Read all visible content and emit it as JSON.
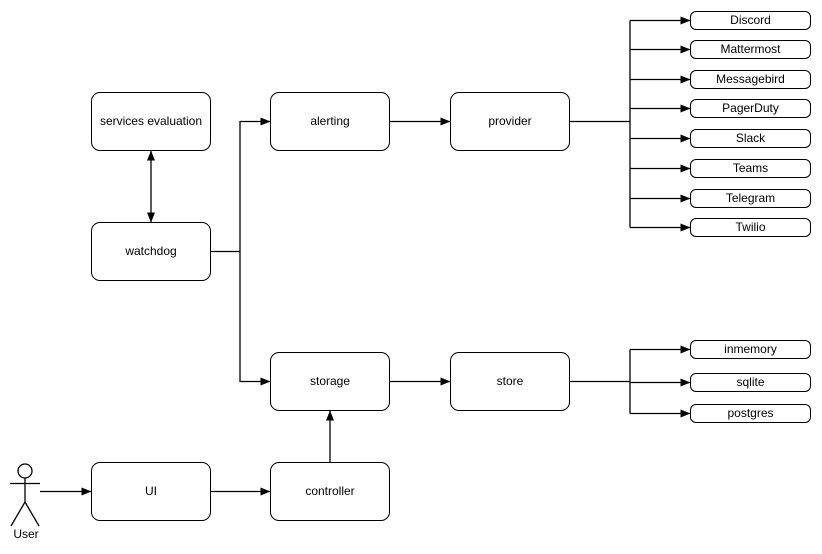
{
  "nodes": {
    "services_evaluation": {
      "label": "services evaluation"
    },
    "watchdog": {
      "label": "watchdog"
    },
    "alerting": {
      "label": "alerting"
    },
    "provider": {
      "label": "provider"
    },
    "storage": {
      "label": "storage"
    },
    "store": {
      "label": "store"
    },
    "ui": {
      "label": "UI"
    },
    "controller": {
      "label": "controller"
    }
  },
  "providers": [
    "Discord",
    "Mattermost",
    "Messagebird",
    "PagerDuty",
    "Slack",
    "Teams",
    "Telegram",
    "Twilio"
  ],
  "stores": [
    "inmemory",
    "sqlite",
    "postgres"
  ],
  "actor": {
    "label": "User"
  },
  "colors": {
    "stroke": "#000000",
    "node_fill": "#ffffff",
    "background": "#ffffff"
  }
}
